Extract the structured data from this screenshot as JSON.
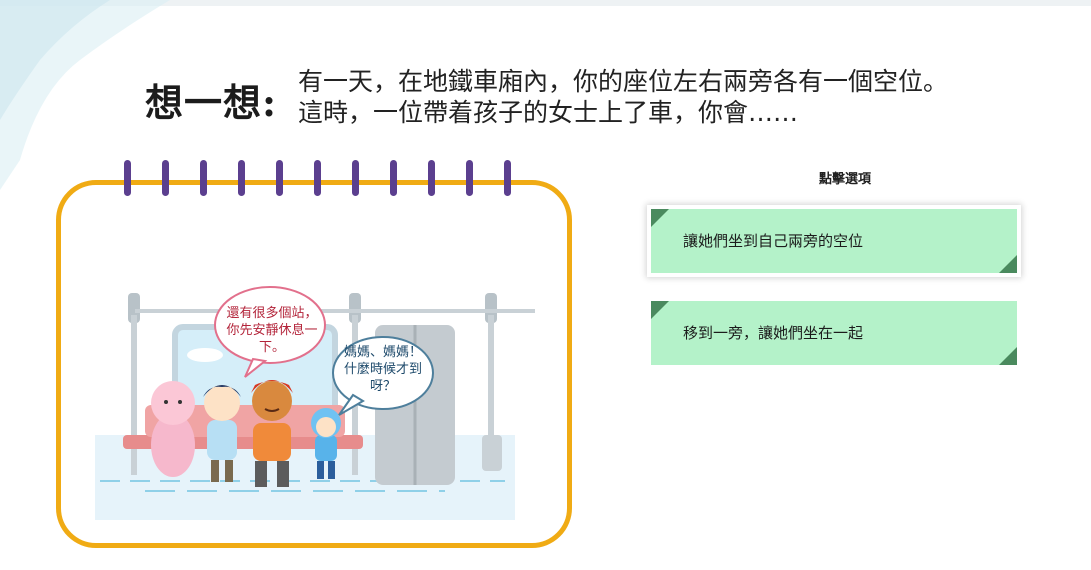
{
  "title": {
    "label": "想一想:",
    "text": "有一天，在地鐵車廂內，你的座位左右兩旁各有一個空位。這時，一位帶着孩子的女士上了車，你會……"
  },
  "illustration": {
    "bubble_mother": "還有很多個站，你先安靜休息一下。",
    "bubble_child": "媽媽、媽媽！什麼時候才到呀？"
  },
  "choices": {
    "prompt": "點擊選項",
    "options": [
      {
        "label": "讓她們坐到自己兩旁的空位",
        "selected": true
      },
      {
        "label": "移到一旁，讓她們坐在一起",
        "selected": false
      }
    ]
  },
  "colors": {
    "notebook_border": "#f0ab14",
    "ring": "#5b3f8f",
    "option_fill": "#b4f2c9",
    "option_corner": "#4a8a5e"
  }
}
